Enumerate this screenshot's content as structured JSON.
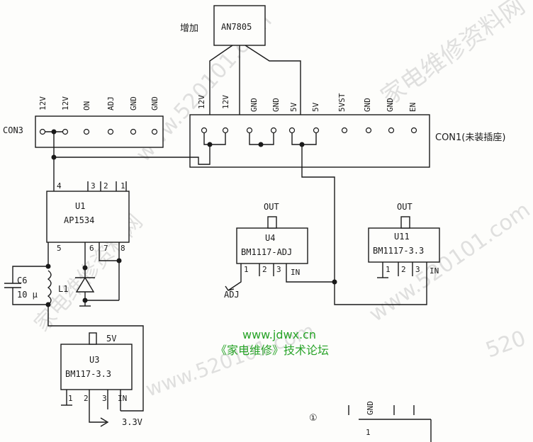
{
  "watermarks": {
    "wm1": "家电维修资料网",
    "wm2": "www.520101.com",
    "wm3": "家电维修资料网",
    "wm4": "www.520101.com",
    "wm5": "www.520101.com",
    "wm6": "520"
  },
  "ic_an7805": {
    "name": "AN7805",
    "note": "增加"
  },
  "con1": {
    "name": "CON1(未装插座)",
    "pins": [
      "12V",
      "12V",
      "GND",
      "GND",
      "5V",
      "5V",
      "5VST",
      "GND",
      "GND",
      "EN"
    ]
  },
  "con3": {
    "name": "CON3",
    "pins": [
      "12V",
      "12V",
      "ON",
      "ADJ",
      "GND",
      "GND"
    ]
  },
  "u1": {
    "ref": "U1",
    "part": "AP1534",
    "pins_top": [
      "4",
      "3",
      "2",
      "1"
    ],
    "pins_bottom": [
      "5",
      "6",
      "7",
      "8"
    ]
  },
  "c6": {
    "ref": "C6",
    "value": "10 μ"
  },
  "l1": {
    "ref": "L1"
  },
  "u3": {
    "ref": "U3",
    "part": "BM117-3.3",
    "out": "5V",
    "pins": [
      "1",
      "2",
      "3",
      "IN"
    ],
    "output_label": "3.3V"
  },
  "u4": {
    "ref": "U4",
    "part": "BM1117-ADJ",
    "out": "OUT",
    "pins": [
      "1",
      "2",
      "3",
      "IN"
    ],
    "adj_label": "ADJ"
  },
  "u11": {
    "ref": "U11",
    "part": "BM1117-3.3",
    "out": "OUT",
    "pins": [
      "1",
      "2",
      "3",
      "IN"
    ]
  },
  "site": {
    "url": "www.jdwx.cn",
    "forum": "《家电维修》技术论坛"
  },
  "figure": {
    "number": "①",
    "partial_label": "GND",
    "partial_pin": "1"
  }
}
